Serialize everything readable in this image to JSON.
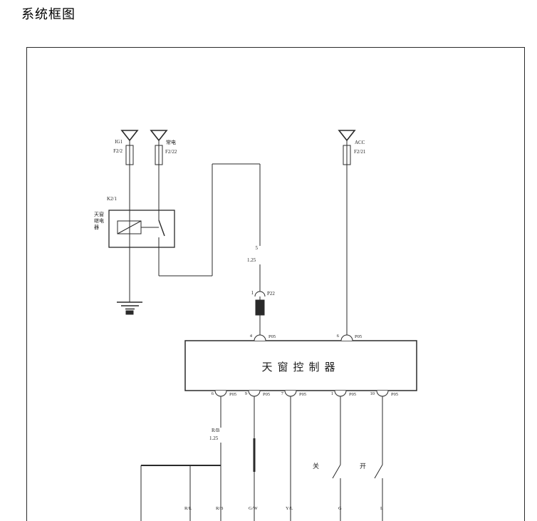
{
  "title": "系统框图",
  "colors": {
    "line": "#2a2a2a",
    "bg": "#ffffff"
  },
  "sources": {
    "ig1": {
      "name": "IG1",
      "fuse": "F2/2"
    },
    "battery": {
      "name": "常电",
      "fuse": "F2/22"
    },
    "acc": {
      "name": "ACC",
      "fuse": "F2/21"
    }
  },
  "relay": {
    "ref": "K2/1",
    "name_l1": "天窗",
    "name_l2": "继电",
    "name_l3": "器"
  },
  "wires": {
    "relay_to_ctrl": {
      "color": "5",
      "size": "1.25"
    },
    "pin6_out": {
      "color": "R/B",
      "size": "1.25"
    }
  },
  "connector_mid": {
    "pin": "1",
    "name": "P22"
  },
  "controller": {
    "name": "天窗控制器",
    "top_pins": [
      {
        "num": "4",
        "conn": "P05"
      },
      {
        "num": "6",
        "conn": "P05"
      }
    ],
    "bottom_pins": [
      {
        "num": "6",
        "conn": "P05"
      },
      {
        "num": "9",
        "conn": "P05"
      },
      {
        "num": "7",
        "conn": "P05"
      },
      {
        "num": "1",
        "conn": "P05"
      },
      {
        "num": "10",
        "conn": "P05"
      }
    ]
  },
  "switches": {
    "close": "关",
    "open": "开"
  },
  "bottom_labels": [
    "R/L",
    "R/B",
    "G/W",
    "Y/L",
    "G",
    "L"
  ]
}
